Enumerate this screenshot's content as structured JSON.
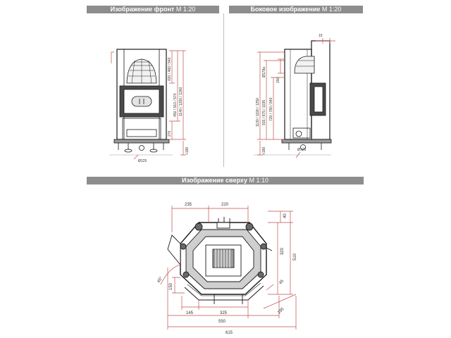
{
  "panels": {
    "front": {
      "title_bold": "Изображение фронт",
      "title_scale": "М 1:20"
    },
    "side": {
      "title_bold": "Боковое изображение",
      "title_scale": "М 1:20"
    },
    "top": {
      "title_bold": "Изображение сверху",
      "title_scale": "М 1:10"
    }
  },
  "front_dims": {
    "upper": "420 / 480 / 540",
    "mid": "450 / 510 / 570",
    "total": "1140 / 1200 / 1260",
    "base": "270",
    "floor": "+180",
    "flue": "Ø125"
  },
  "side_dims": {
    "top_offset": "15",
    "collar": "Ø178a",
    "collar_h": "150",
    "total": "1130 / 1190 / 1250",
    "mid": "915 / 975 / 1035",
    "lower": "720 / 780 / 840",
    "floor": "+180",
    "flue": "Ø125"
  },
  "top_dims": {
    "w_left": "235",
    "w_mid": "220",
    "depth_top": "40",
    "depth_mid": "320",
    "depth_total": "510",
    "angle": "45°",
    "angle_right": "45",
    "side_h": "150",
    "seg_left": "145",
    "seg_mid": "325",
    "width_550": "550",
    "width_615": "615",
    "diag": "195"
  },
  "colors": {
    "header_bg": "#8d8d8d",
    "dim_line": "#c0504d",
    "drawing": "#1a1a1a"
  }
}
